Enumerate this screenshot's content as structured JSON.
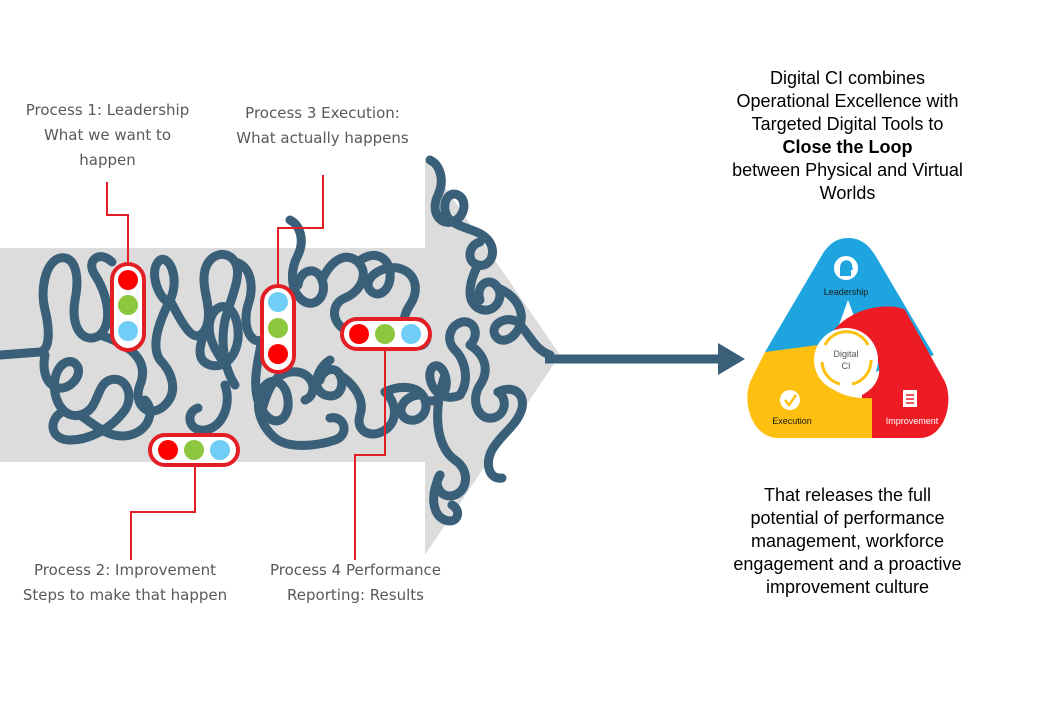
{
  "processes": [
    {
      "lines": [
        "Process 1: Leadership",
        "What we want to",
        "happen"
      ]
    },
    {
      "lines": [
        "Process 3 Execution:",
        "What actually happens"
      ]
    },
    {
      "lines": [
        "Process 2: Improvement",
        "Steps to make that happen"
      ]
    },
    {
      "lines": [
        "Process 4 Performance",
        "Reporting: Results"
      ]
    }
  ],
  "intro": {
    "lines": [
      "Digital CI combines",
      "Operational Excellence with",
      "Targeted Digital Tools to"
    ],
    "emphasis": "Close the Loop",
    "lines2": [
      "between Physical and Virtual",
      "Worlds"
    ]
  },
  "triangle": {
    "leadership": "Leadership",
    "execution": "Execution",
    "improvement": "Improvement",
    "center": [
      "Digital",
      "CI"
    ]
  },
  "outro": {
    "lines": [
      "That releases the full",
      "potential of performance",
      "management, workforce",
      "engagement and a proactive",
      "improvement culture"
    ]
  },
  "colors": {
    "tangle": "#3a5f78",
    "arrow_band": "#d9d9d9",
    "callout": "#e31e24",
    "light_red": "#ff0000",
    "light_green": "#8dc63f",
    "light_blue": "#6fcdf6",
    "tri_blue": "#1ea4df",
    "tri_red": "#ed1c24",
    "tri_yellow": "#fdc010"
  }
}
